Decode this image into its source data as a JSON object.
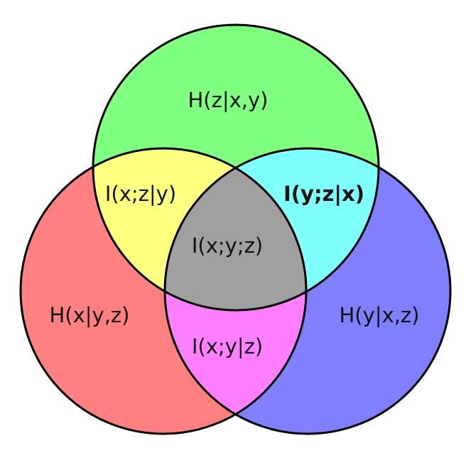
{
  "colors": {
    "x_only": "#ff8080",
    "y_only": "#8080ff",
    "z_only": "#80ff80",
    "xz": "#ffff80",
    "yz": "#80ffff",
    "xy": "#ff80ff",
    "xyz": "#a0a0a0",
    "outline": "#000000"
  },
  "regions": {
    "z_only": {
      "label": "H(z|x,y)"
    },
    "x_only": {
      "label": "H(x|y,z)"
    },
    "y_only": {
      "label": "H(y|x,z)"
    },
    "xz": {
      "label": "I(x;z|y)"
    },
    "yz": {
      "label": "I(y;z|x)"
    },
    "xy": {
      "label": "I(x;y|z)"
    },
    "xyz": {
      "label": "I(x;y;z)"
    }
  }
}
